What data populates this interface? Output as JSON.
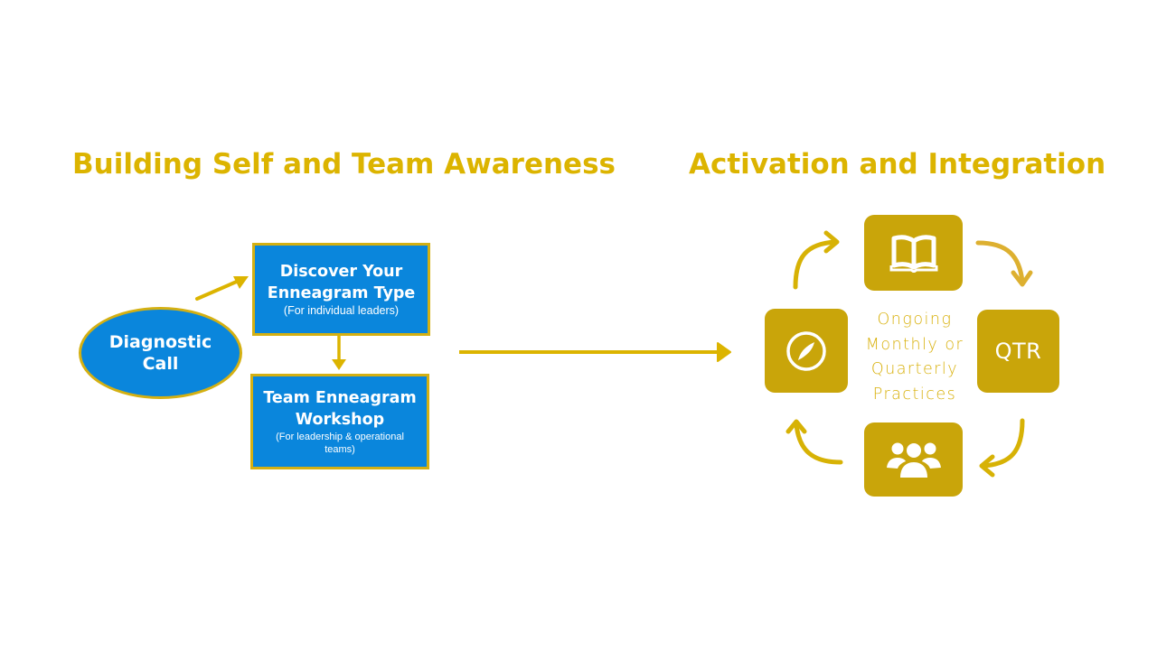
{
  "colors": {
    "accent_gold": "#dcb400",
    "tile_gold": "#c9a50a",
    "node_blue": "#0a86dc",
    "node_border": "#d4b012",
    "text_white": "#ffffff"
  },
  "left_section": {
    "title": "Building Self and Team Awareness",
    "start_node": {
      "line1": "Diagnostic",
      "line2": "Call"
    },
    "discover_box": {
      "line1": "Discover Your",
      "line2": "Enneagram Type",
      "subtitle": "(For individual leaders)"
    },
    "workshop_box": {
      "line1": "Team Enneagram",
      "line2": "Workshop",
      "subtitle": "(For leadership & operational teams)"
    }
  },
  "right_section": {
    "title": "Activation and Integration",
    "cycle_center": {
      "lines": [
        "Ongoing",
        "Monthly or",
        "Quarterly",
        "Practices"
      ]
    },
    "tiles": [
      {
        "position": "top",
        "icon": "open-book-icon"
      },
      {
        "position": "right",
        "icon": "qtr-label",
        "label": "QTR"
      },
      {
        "position": "bottom",
        "icon": "team-people-icon"
      },
      {
        "position": "left",
        "icon": "compass-icon"
      }
    ],
    "cycle_direction": "clockwise"
  },
  "connectors": [
    {
      "from": "Diagnostic Call",
      "to": "Discover Your Enneagram Type"
    },
    {
      "from": "Discover Your Enneagram Type",
      "to": "Team Enneagram Workshop"
    },
    {
      "from": "Building Self and Team Awareness",
      "to": "Activation and Integration"
    }
  ]
}
